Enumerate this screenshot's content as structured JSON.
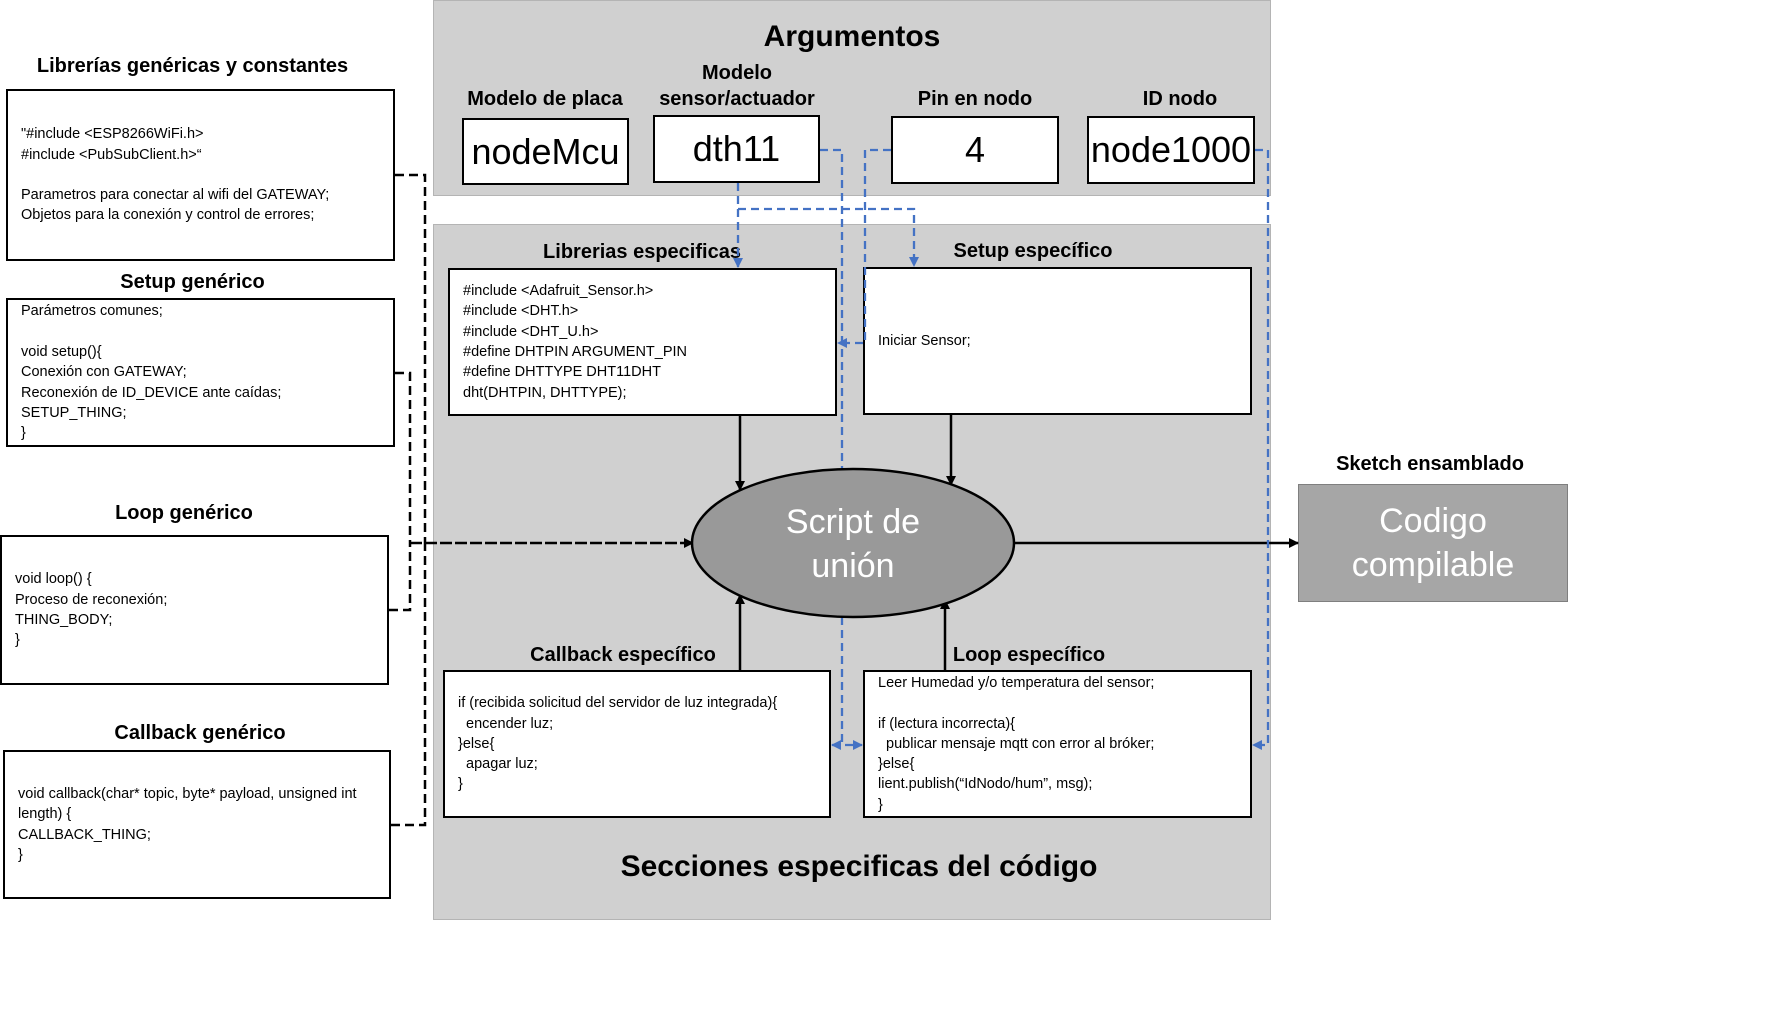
{
  "args": {
    "title": "Argumentos",
    "items": [
      {
        "label": "Modelo de placa",
        "value": "nodeMcu"
      },
      {
        "label": "Modelo\nsensor/actuador",
        "value": "dth11"
      },
      {
        "label": "Pin en nodo",
        "value": "4"
      },
      {
        "label": "ID nodo",
        "value": "node1000"
      }
    ]
  },
  "specific": {
    "title": "Secciones especificas del código",
    "libs": {
      "title": "Librerias especificas",
      "code": "#include <Adafruit_Sensor.h>\n#include <DHT.h>\n#include <DHT_U.h>\n#define DHTPIN ARGUMENT_PIN\n#define DHTTYPE DHT11DHT\ndht(DHTPIN, DHTTYPE);"
    },
    "setup": {
      "title": "Setup específico",
      "code": "Iniciar Sensor;"
    },
    "callback": {
      "title": "Callback específico",
      "code": "if (recibida solicitud del servidor de luz integrada){\n  encender luz;\n}else{\n  apagar luz;\n}"
    },
    "loop": {
      "title": "Loop específico",
      "code": "Leer Humedad y/o temperatura del sensor;\n\nif (lectura incorrecta){\n  publicar mensaje mqtt con error al bróker;\n}else{\nlient.publish(“IdNodo/hum”, msg);\n}"
    }
  },
  "generic": {
    "libs": {
      "title": "Librerías genéricas y constantes",
      "code": "\"#include <ESP8266WiFi.h>\n#include <PubSubClient.h>“\n\nParametros para conectar al wifi del GATEWAY;\nObjetos para la conexión y control de errores;"
    },
    "setup": {
      "title": "Setup genérico",
      "code": "Parámetros comunes;\n\nvoid setup(){\nConexión con GATEWAY;\nReconexión de ID_DEVICE ante caídas;\nSETUP_THING;\n}"
    },
    "loop": {
      "title": "Loop genérico",
      "code": "void loop() {\nProceso de reconexión;\nTHING_BODY;\n}"
    },
    "callback": {
      "title": "Callback genérico",
      "code": "void callback(char* topic, byte* payload, unsigned int\nlength) {\nCALLBACK_THING;\n}"
    }
  },
  "center": {
    "label": "Script de\nunión"
  },
  "output": {
    "title": "Sketch ensamblado",
    "label": "Codigo\ncompilable"
  },
  "colors": {
    "panel": "#d0d0d0",
    "ellipse": "#999999",
    "output": "#a6a6a6",
    "dashed_blue": "#4472c4",
    "dashed_black": "#000000"
  }
}
